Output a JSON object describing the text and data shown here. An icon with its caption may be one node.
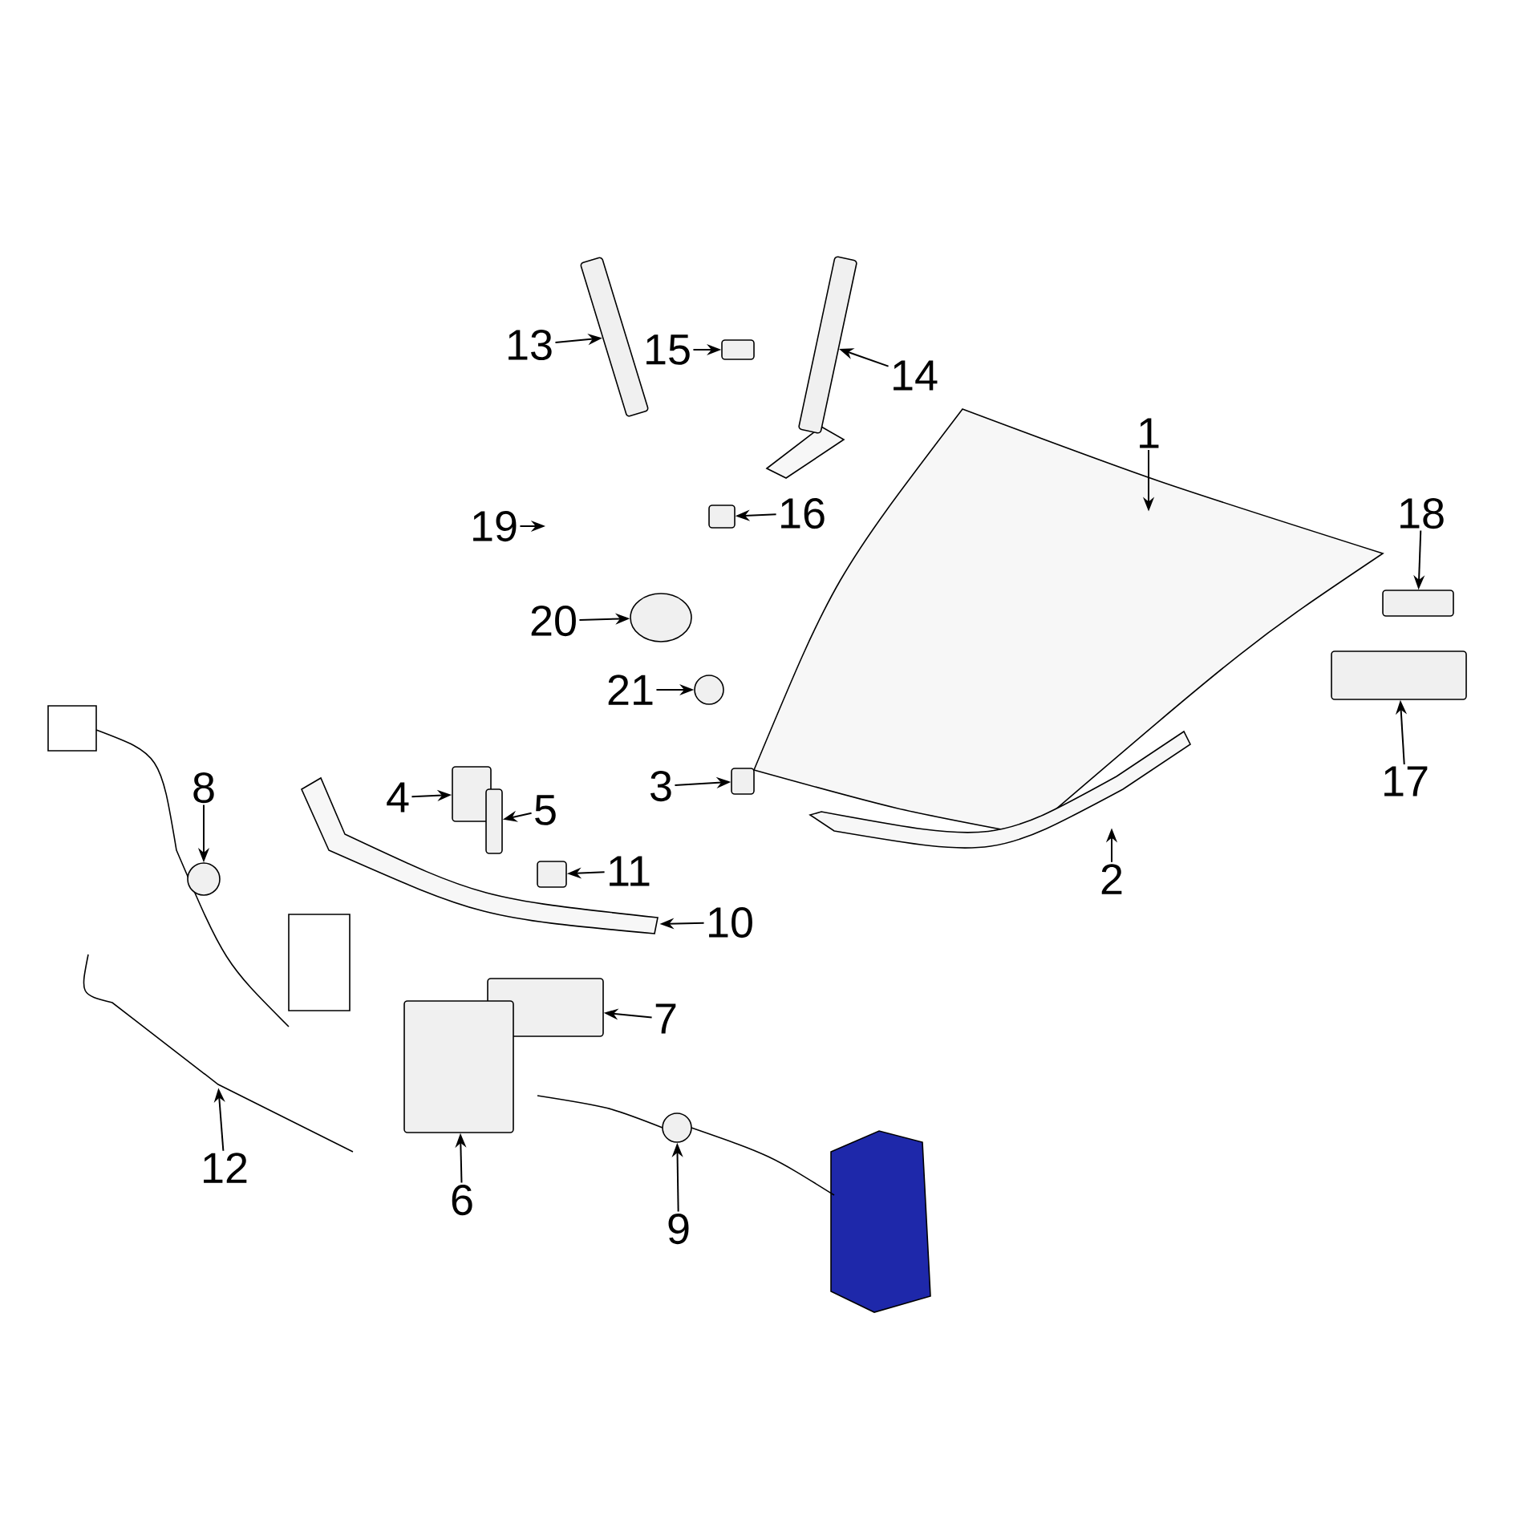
{
  "diagram": {
    "nodes": [
      {
        "text": [
          "13"
        ]
      },
      {
        "text": [
          "15"
        ]
      },
      {
        "text": [
          "14"
        ]
      },
      {
        "text": [
          "1"
        ]
      },
      {
        "text": [
          "19"
        ]
      },
      {
        "text": [
          "16"
        ]
      },
      {
        "text": [
          "18"
        ]
      },
      {
        "text": [
          "20"
        ]
      },
      {
        "text": [
          "21"
        ]
      },
      {
        "text": [
          "17"
        ]
      },
      {
        "text": [
          "4"
        ]
      },
      {
        "text": [
          "8"
        ]
      },
      {
        "text": [
          "3"
        ]
      },
      {
        "text": [
          "5"
        ]
      },
      {
        "text": [
          "11"
        ]
      },
      {
        "text": [
          "2"
        ]
      },
      {
        "text": [
          "10"
        ]
      },
      {
        "text": [
          "7"
        ]
      },
      {
        "text": [
          "12"
        ]
      },
      {
        "text": [
          "6"
        ]
      },
      {
        "text": [
          "9"
        ]
      },
      {
        "text": [],
        "shape": "box"
      },
      {
        "text": [],
        "shape": "box"
      },
      {
        "text": [],
        "shape": "picture"
      },
      {
        "text": [],
        "shape": "picture"
      },
      {
        "text": [],
        "shape": "box"
      },
      {
        "text": [],
        "shape": "box"
      },
      {
        "text": [],
        "shape": "circle"
      },
      {
        "text": [],
        "shape": "circle"
      },
      {
        "text": [],
        "shape": "box"
      },
      {
        "text": [],
        "shape": "box"
      },
      {
        "text": [],
        "shape": "circle"
      },
      {
        "text": [],
        "shape": "box"
      },
      {
        "text": [],
        "shape": "box"
      },
      {
        "text": [],
        "shape": "box"
      },
      {
        "text": [],
        "shape": "picture"
      },
      {
        "text": [],
        "shape": "picture"
      },
      {
        "text": [],
        "shape": "box"
      },
      {
        "text": [],
        "shape": "picture"
      },
      {
        "text": [],
        "shape": "box"
      },
      {
        "text": [],
        "shape": "circle"
      }
    ],
    "edges": [
      {
        "from": 0,
        "to": 21,
        "arrow": "to"
      },
      {
        "from": 1,
        "to": 22,
        "arrow": "to"
      },
      {
        "from": 2,
        "to": 23,
        "arrow": "to"
      },
      {
        "from": 3,
        "to": 24,
        "arrow": "to"
      },
      {
        "from": 4,
        "to": null,
        "arrow": "to"
      },
      {
        "from": 5,
        "to": 25,
        "arrow": "to"
      },
      {
        "from": 6,
        "to": 26,
        "arrow": "to"
      },
      {
        "from": 7,
        "to": 27,
        "arrow": "to"
      },
      {
        "from": 8,
        "to": 28,
        "arrow": "to"
      },
      {
        "from": 9,
        "to": 29,
        "arrow": "to"
      },
      {
        "from": 10,
        "to": 30,
        "arrow": "to"
      },
      {
        "from": 11,
        "to": 31,
        "arrow": "to"
      },
      {
        "from": 12,
        "to": 32,
        "arrow": "to"
      },
      {
        "from": 13,
        "to": 33,
        "arrow": "to"
      },
      {
        "from": 14,
        "to": 34,
        "arrow": "to"
      },
      {
        "from": 15,
        "to": 35,
        "arrow": "to"
      },
      {
        "from": 16,
        "to": 36,
        "arrow": "to"
      },
      {
        "from": 17,
        "to": 37,
        "arrow": "to"
      },
      {
        "from": 18,
        "to": 38,
        "arrow": "to"
      },
      {
        "from": 19,
        "to": 39,
        "arrow": "to"
      },
      {
        "from": 20,
        "to": 40,
        "arrow": "to"
      }
    ]
  }
}
